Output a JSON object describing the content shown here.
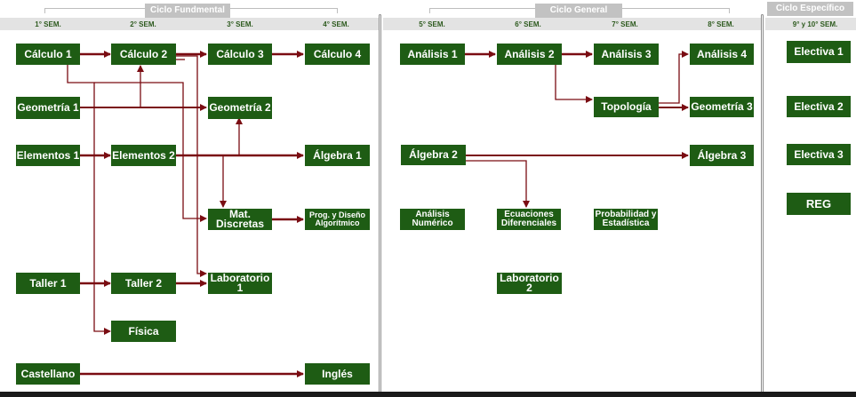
{
  "cycles": {
    "fundamental": "Ciclo Fundmental",
    "general": "Ciclo General",
    "especifico": "Ciclo Específico"
  },
  "semesters": {
    "s1": "1° SEM.",
    "s2": "2° SEM.",
    "s3": "3° SEM.",
    "s4": "4° SEM.",
    "s5": "5° SEM.",
    "s6": "6° SEM.",
    "s7": "7° SEM.",
    "s8": "8° SEM.",
    "s9": "9° y 10° SEM."
  },
  "courses": {
    "calculo1": "Cálculo 1",
    "calculo2": "Cálculo 2",
    "calculo3": "Cálculo 3",
    "calculo4": "Cálculo 4",
    "geometria1": "Geometría 1",
    "geometria2": "Geometría 2",
    "elementos1": "Elementos 1",
    "elementos2": "Elementos 2",
    "algebra1": "Álgebra 1",
    "matdiscretas": "Mat. Discretas",
    "progdiseno_l1": "Prog. y Diseño",
    "progdiseno_l2": "Algorítmico",
    "taller1": "Taller 1",
    "taller2": "Taller 2",
    "laboratorio1": "Laboratorio 1",
    "fisica": "Física",
    "castellano": "Castellano",
    "ingles": "Inglés",
    "analisis1": "Análisis 1",
    "analisis2": "Análisis 2",
    "analisis3": "Análisis 3",
    "analisis4": "Análisis 4",
    "topologia": "Topología",
    "geometria3": "Geometría 3",
    "algebra2": "Álgebra 2",
    "algebra3": "Álgebra 3",
    "analisisnum_l1": "Análisis",
    "analisisnum_l2": "Numérico",
    "ecuaciones_l1": "Ecuaciones",
    "ecuaciones_l2": "Diferenciales",
    "probabilidad_l1": "Probabilidad y",
    "probabilidad_l2": "Estadística",
    "laboratorio2": "Laboratorio 2",
    "electiva1": "Electiva 1",
    "electiva2": "Electiva 2",
    "electiva3": "Electiva 3",
    "reg": "REG"
  },
  "colors": {
    "box": "#1e5c14",
    "arrow": "#7a0c12",
    "semester_text": "#2d5a1e",
    "tab": "#c2c2c2"
  }
}
